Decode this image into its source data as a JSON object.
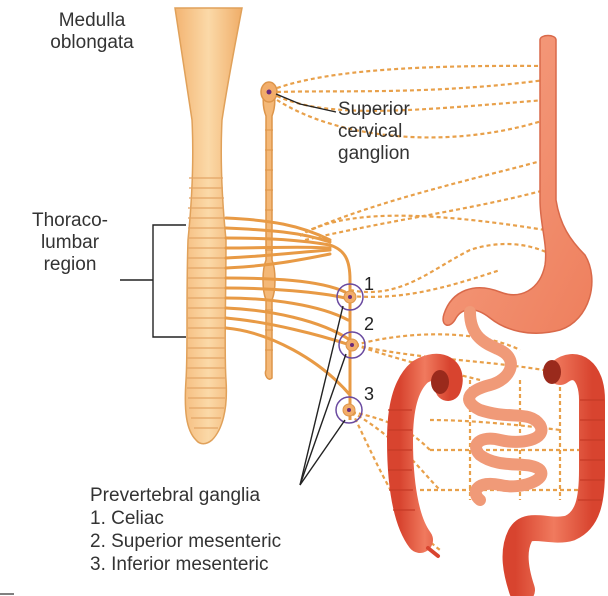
{
  "labels": {
    "medulla_line1": "Medulla",
    "medulla_line2": "oblongata",
    "superior_cervical_line1": "Superior",
    "superior_cervical_line2": "cervical",
    "superior_cervical_line3": "ganglion",
    "thoracolumbar_line1": "Thoraco-",
    "thoracolumbar_line2": "lumbar",
    "thoracolumbar_line3": "region"
  },
  "ganglia_markers": [
    "1",
    "2",
    "3"
  ],
  "legend": {
    "title": "Prevertebral ganglia",
    "items": [
      "1. Celiac",
      "2. Superior mesenteric",
      "3. Inferior mesenteric"
    ]
  },
  "colors": {
    "spinal_cord": "#f7c88a",
    "spinal_stroke": "#e0a15a",
    "nerve": "#e89a45",
    "gut": "#f08a68",
    "colon": "#e0503a",
    "ganglion_ring": "#6a4aa0"
  }
}
